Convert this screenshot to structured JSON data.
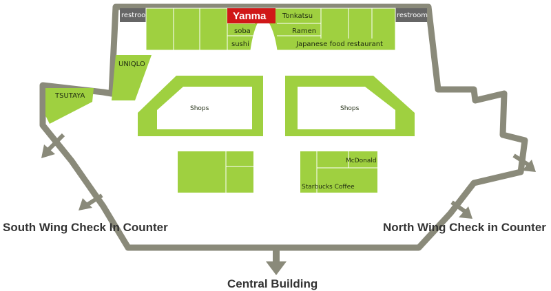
{
  "colors": {
    "wall": "#8a8a7a",
    "store": "#9fd040",
    "highlight": "#d01818",
    "restroom": "#666666",
    "label": "#333333"
  },
  "labels": {
    "restroom_left": "restroom",
    "restroom_right": "restroom",
    "yanma": "Yanma",
    "tonkatsu": "Tonkatsu",
    "soba": "soba",
    "ramen": "Ramen",
    "sushi": "sushi",
    "japanese_food": "Japanese food restaurant",
    "uniqlo": "UNIQLO",
    "tsutaya": "TSUTAYA",
    "shops_left": "Shops",
    "shops_right": "Shops",
    "mcdonald": "McDonald",
    "starbucks": "Starbucks Coffee",
    "south_wing": "South Wing Check In Counter",
    "north_wing": "North Wing Check in Counter",
    "central_building": "Central Building"
  },
  "icons": {
    "arrows": [
      "arrow-down-left-icon",
      "arrow-down-right-icon",
      "arrow-down-icon"
    ]
  }
}
